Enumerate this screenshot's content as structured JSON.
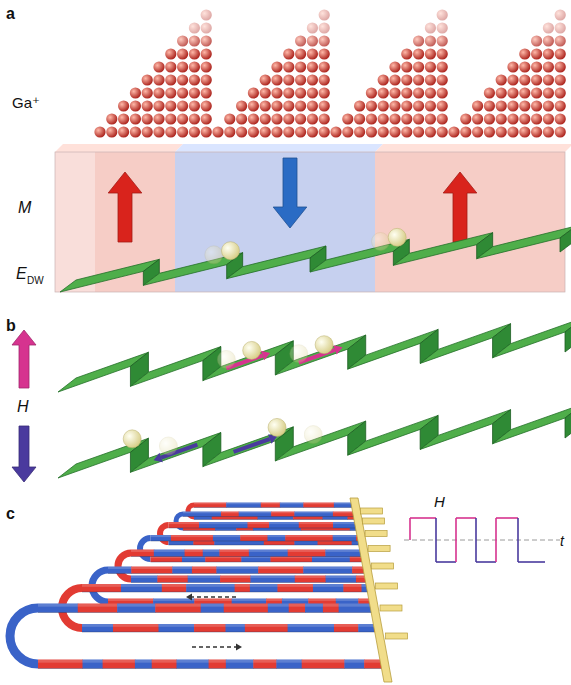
{
  "diagram": {
    "labels": [
      "a",
      "Ga⁺",
      "M",
      "E",
      "DW",
      "b",
      "H",
      "c",
      "H",
      "t"
    ]
  }
}
